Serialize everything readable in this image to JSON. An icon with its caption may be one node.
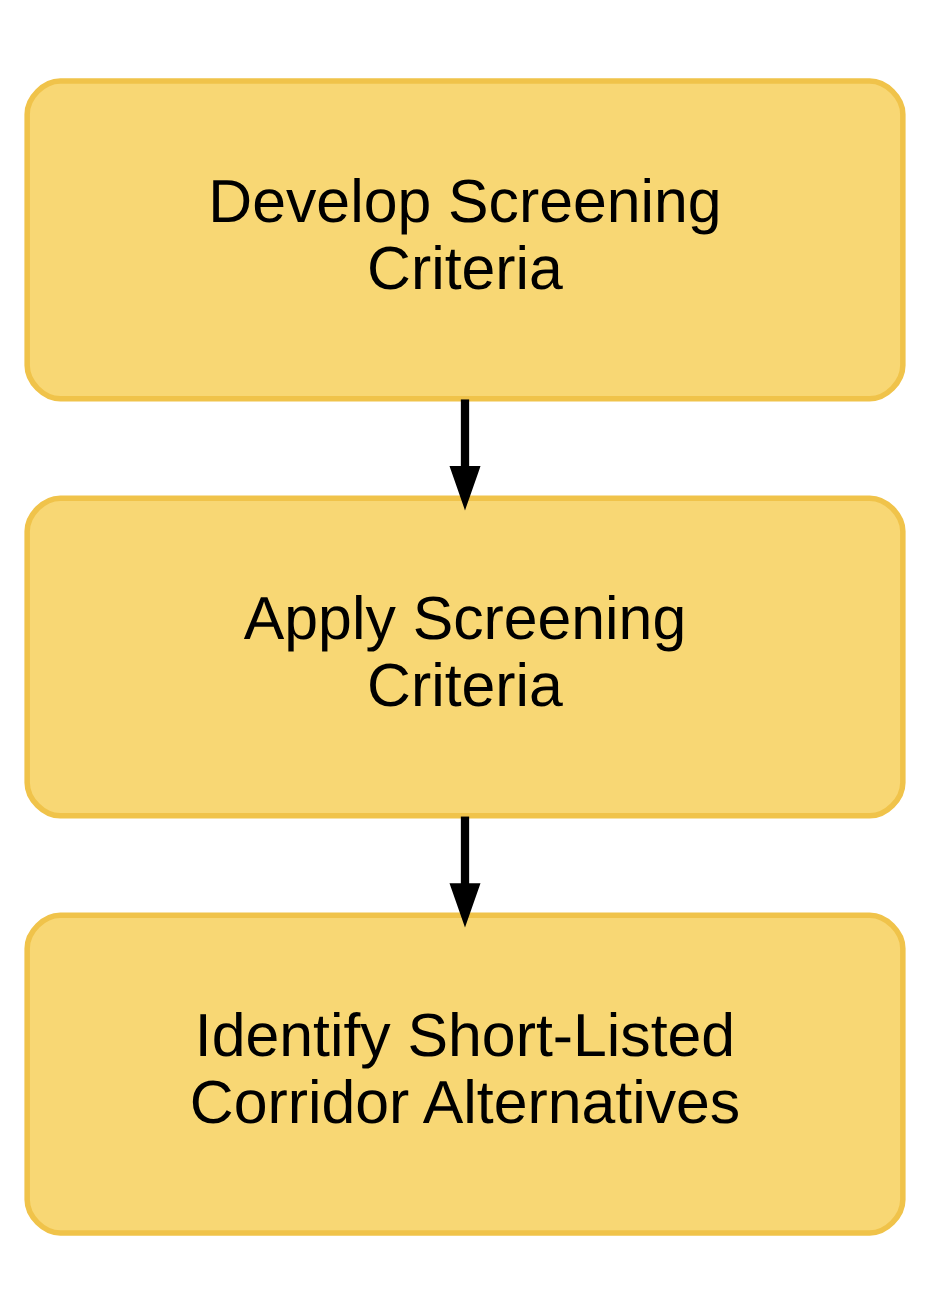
{
  "diagram": {
    "nodes": [
      {
        "text": [
          "Develop Screening Criteria"
        ]
      },
      {
        "text": [
          "Apply Screening Criteria"
        ]
      },
      {
        "text": [
          "Identify Short-Listed Corridor Alternatives"
        ]
      }
    ],
    "edges": [
      {
        "from": 0,
        "to": 1,
        "arrow": "to"
      },
      {
        "from": 1,
        "to": 2,
        "arrow": "to"
      }
    ]
  }
}
